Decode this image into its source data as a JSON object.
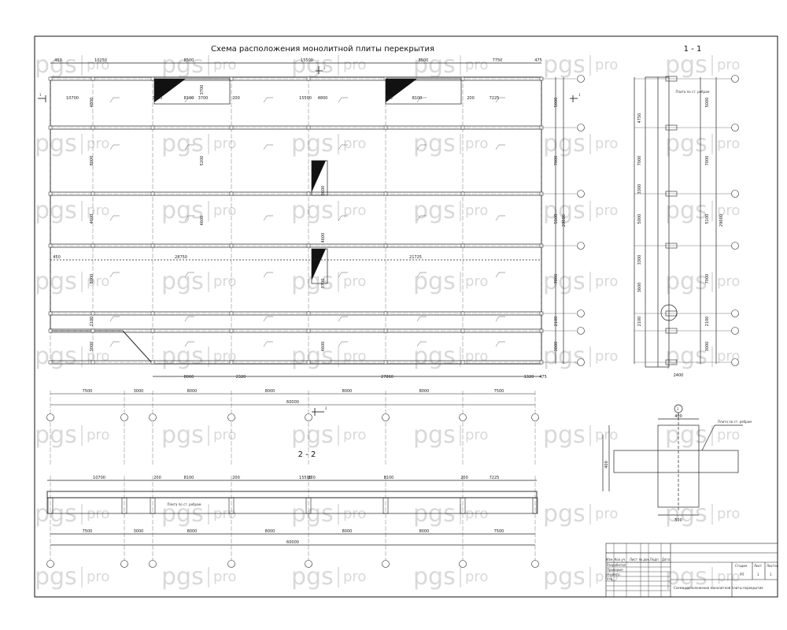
{
  "drawing": {
    "title": "Схема расположения монолитной плиты перекрытия",
    "section_1": "1 - 1",
    "section_2": "2 - 2",
    "marker_1": "1",
    "marker_2": "2",
    "watermark": {
      "brand": "pgs",
      "suffix": "pro"
    }
  },
  "plan": {
    "top_dims": [
      "450",
      "10250",
      "8500",
      "15500",
      "8500",
      "7750",
      "475"
    ],
    "inner_top_dims": [
      "10700",
      "7200",
      "8100",
      "3700",
      "200",
      "15500",
      "4800",
      "200",
      "8100",
      "200",
      "7225"
    ],
    "mid_dims": [
      "450",
      "28750",
      "21725"
    ],
    "bottom_dims": [
      "8060",
      "2320",
      "27860",
      "1320",
      "475"
    ],
    "left_dims": [
      "4800",
      "8000",
      "4600",
      "8000",
      "2100",
      "3000"
    ],
    "right_dims": [
      "5000",
      "7000",
      "5000",
      "7000",
      "2100",
      "3000",
      "29000"
    ],
    "inner_vert_dims": [
      "3700",
      "5200",
      "4600",
      "3600",
      "4600",
      "3700",
      "4600"
    ]
  },
  "axes_plan": {
    "columns": [
      "7500",
      "3000",
      "8000",
      "8000",
      "8000",
      "8000",
      "7500"
    ],
    "total": "60000"
  },
  "section_2_2": {
    "top_dims": [
      "10700",
      "200",
      "8100",
      "200",
      "15500",
      "200",
      "8100",
      "200",
      "7225"
    ],
    "bottom_dims": [
      "7500",
      "3000",
      "8000",
      "8000",
      "8000",
      "8000",
      "7500"
    ],
    "total": "60000",
    "note": "Плита по ст. ребрам"
  },
  "section_1_1": {
    "left_dims": [
      "4750",
      "7000",
      "3300",
      "5000",
      "3300",
      "3600",
      "2100"
    ],
    "right_dims": [
      "5000",
      "7000",
      "5100",
      "7000",
      "2100",
      "3000"
    ],
    "total": "29000",
    "bottom": "2400",
    "note": "Плита по ст. ребрам"
  },
  "detail": {
    "width": "400",
    "height": "400",
    "bottom": "500",
    "label": "Плита по ст. ребрам"
  },
  "stamp": {
    "rows": [
      "Разработал",
      "Проверил",
      "Н.контр.",
      "Утв."
    ],
    "cols": [
      "Изм.",
      "Кол.уч.",
      "Лист",
      "№ док.",
      "Подп.",
      "Дата"
    ],
    "stage_label": "Стадия",
    "sheet_label": "Лист",
    "sheets_label": "Листов",
    "stage": "РП",
    "sheet": "1",
    "sheets": "1",
    "sheet_name": "Схема расположения монолитной плиты перекрытия"
  }
}
